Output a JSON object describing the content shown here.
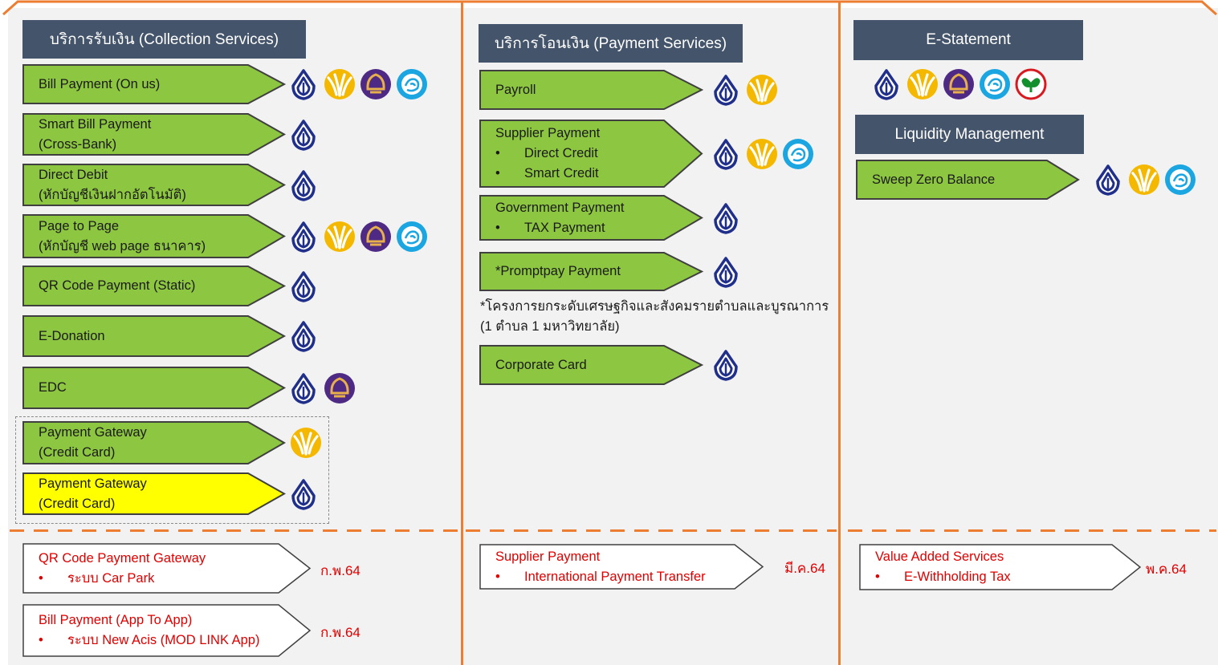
{
  "collection": {
    "header": "บริการรับเงิน (Collection Services)",
    "items": [
      {
        "lines": [
          "Bill Payment (On us)"
        ],
        "sub": [],
        "icons": [
          "bbl-lotus-icon",
          "krungsri-icon",
          "scb-icon",
          "ktb-icon"
        ]
      },
      {
        "lines": [
          "Smart Bill Payment",
          "(Cross-Bank)"
        ],
        "sub": [],
        "icons": [
          "bbl-lotus-icon"
        ]
      },
      {
        "lines": [
          "Direct Debit",
          "(หักบัญชีเงินฝากอัตโนมัติ)"
        ],
        "sub": [],
        "icons": [
          "bbl-lotus-icon"
        ]
      },
      {
        "lines": [
          "Page to Page",
          "(หักบัญชี web page ธนาคาร)"
        ],
        "sub": [],
        "icons": [
          "bbl-lotus-icon",
          "krungsri-icon",
          "scb-icon",
          "ktb-icon"
        ]
      },
      {
        "lines": [
          "QR Code Payment (Static)"
        ],
        "sub": [],
        "icons": [
          "bbl-lotus-icon"
        ]
      },
      {
        "lines": [
          "E-Donation"
        ],
        "sub": [],
        "icons": [
          "bbl-lotus-icon"
        ]
      },
      {
        "lines": [
          "EDC"
        ],
        "sub": [],
        "icons": [
          "bbl-lotus-icon",
          "scb-icon"
        ]
      },
      {
        "lines": [
          "Payment Gateway",
          "(Credit Card)"
        ],
        "sub": [],
        "icons": [
          "krungsri-icon"
        ]
      },
      {
        "lines": [
          "Payment Gateway",
          "(Credit Card)"
        ],
        "sub": [],
        "icons": [
          "bbl-lotus-icon"
        ],
        "highlight": true
      }
    ],
    "upcoming": [
      {
        "lines": [
          "QR Code Payment Gateway"
        ],
        "sub": [
          "ระบบ Car Park"
        ],
        "date": "ก.พ.64"
      },
      {
        "lines": [
          "Bill Payment (App To App)"
        ],
        "sub": [
          "ระบบ New Acis (MOD LINK App)"
        ],
        "date": "ก.พ.64"
      }
    ]
  },
  "payment": {
    "header": "บริการโอนเงิน (Payment Services)",
    "items": [
      {
        "lines": [
          "Payroll"
        ],
        "sub": [],
        "icons": [
          "bbl-lotus-icon",
          "krungsri-icon"
        ]
      },
      {
        "lines": [
          "Supplier Payment"
        ],
        "sub": [
          "Direct Credit",
          "Smart Credit"
        ],
        "icons": [
          "bbl-lotus-icon",
          "krungsri-icon",
          "ktb-icon"
        ]
      },
      {
        "lines": [
          "Government Payment"
        ],
        "sub": [
          "TAX Payment"
        ],
        "icons": [
          "bbl-lotus-icon"
        ]
      },
      {
        "lines": [
          "*Promptpay Payment"
        ],
        "sub": [],
        "icons": [
          "bbl-lotus-icon"
        ]
      },
      {
        "lines": [
          "Corporate Card"
        ],
        "sub": [],
        "icons": [
          "bbl-lotus-icon"
        ]
      }
    ],
    "note": [
      "*โครงการยกระดับเศรษฐกิจและสังคมรายตำบลและบูรณาการ",
      "(1 ตำบล 1 มหาวิทยาลัย)"
    ],
    "upcoming": [
      {
        "lines": [
          "Supplier Payment"
        ],
        "sub": [
          "International Payment Transfer"
        ],
        "date": "มี.ค.64"
      }
    ]
  },
  "estatement": {
    "header": "E-Statement",
    "icons": [
      "bbl-lotus-icon",
      "krungsri-icon",
      "scb-icon",
      "ktb-icon",
      "kbank-icon"
    ]
  },
  "liquidity": {
    "header": "Liquidity Management",
    "items": [
      {
        "lines": [
          "Sweep Zero Balance"
        ],
        "sub": [],
        "icons": [
          "bbl-lotus-icon",
          "krungsri-icon",
          "ktb-icon"
        ]
      }
    ],
    "upcoming": [
      {
        "lines": [
          "Value Added Services"
        ],
        "sub": [
          "E-Withholding Tax"
        ],
        "date": "พ.ค.64"
      }
    ]
  },
  "bullet": "•",
  "colors": {
    "green": "#8dc641",
    "yellow": "#ffff00",
    "header": "#44546a",
    "orange": "#ed7d31",
    "upcoming_text": "#e00000",
    "bbl_blue": "#1f2f8a",
    "krungsri_yellow": "#f5b800",
    "scb_purple": "#4e2a84",
    "ktb_cyan": "#1ba5e1",
    "kbank_green": "#138f2d"
  }
}
